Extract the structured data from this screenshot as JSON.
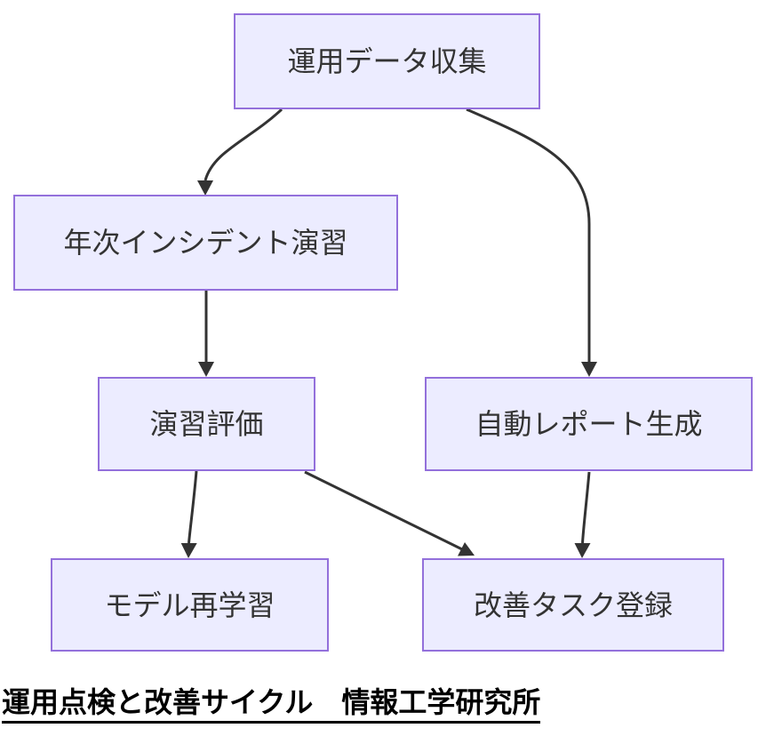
{
  "diagram": {
    "type": "flowchart",
    "direction": "top-down",
    "colors": {
      "background": "#ffffff",
      "node_fill": "#ECECFF",
      "node_border": "#9370DB",
      "node_text": "#333333",
      "edge": "#333333",
      "caption_text": "#000000"
    },
    "nodes": [
      {
        "id": "A",
        "label": "運用データ収集"
      },
      {
        "id": "B",
        "label": "年次インシデント演習"
      },
      {
        "id": "C",
        "label": "演習評価"
      },
      {
        "id": "D",
        "label": "自動レポート生成"
      },
      {
        "id": "E",
        "label": "モデル再学習"
      },
      {
        "id": "F",
        "label": "改善タスク登録"
      }
    ],
    "edges": [
      {
        "from": "運用データ収集",
        "to": "年次インシデント演習"
      },
      {
        "from": "運用データ収集",
        "to": "自動レポート生成"
      },
      {
        "from": "年次インシデント演習",
        "to": "演習評価"
      },
      {
        "from": "演習評価",
        "to": "モデル再学習"
      },
      {
        "from": "演習評価",
        "to": "改善タスク登録"
      },
      {
        "from": "自動レポート生成",
        "to": "改善タスク登録"
      }
    ],
    "caption": "運用点検と改善サイクル　情報工学研究所"
  }
}
